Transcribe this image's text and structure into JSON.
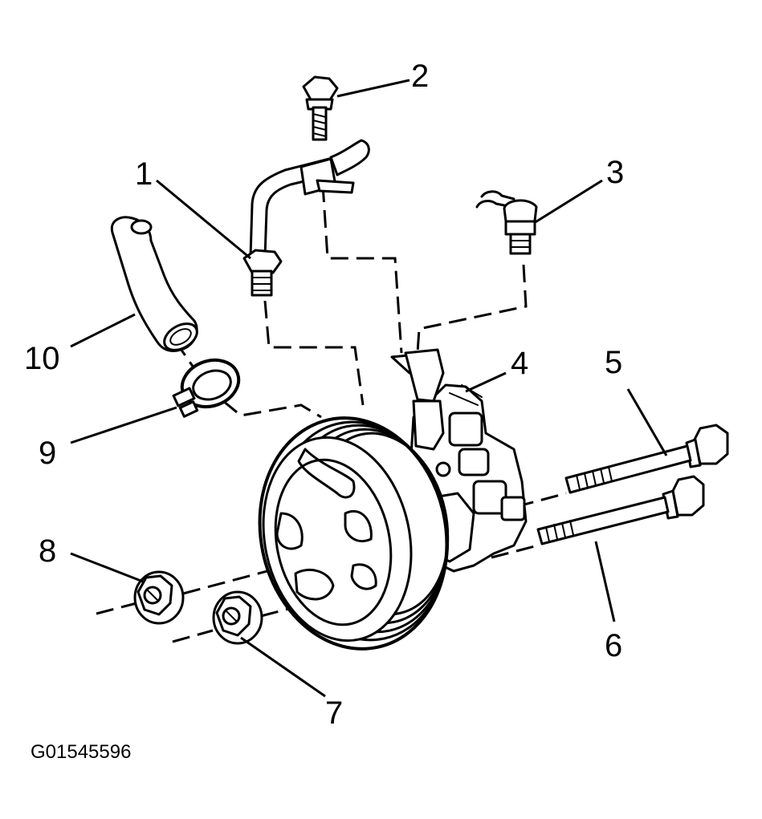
{
  "figure_id": "G01545596",
  "callouts": [
    {
      "label": "1"
    },
    {
      "label": "2"
    },
    {
      "label": "3"
    },
    {
      "label": "4"
    },
    {
      "label": "5"
    },
    {
      "label": "6"
    },
    {
      "label": "7"
    },
    {
      "label": "8"
    },
    {
      "label": "9"
    },
    {
      "label": "10"
    }
  ]
}
